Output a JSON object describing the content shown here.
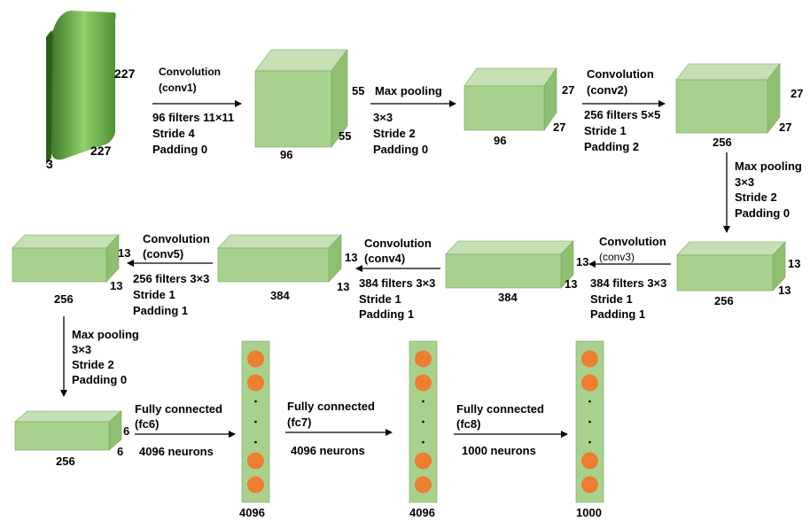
{
  "input": {
    "h": "227",
    "w": "227",
    "c": "3"
  },
  "conv1": {
    "title": "Convolution",
    "name": "(conv1)",
    "filters": "96 filters 11×11",
    "stride": "Stride 4",
    "padding": "Padding 0"
  },
  "block1": {
    "h": "55",
    "w": "55",
    "c": "96"
  },
  "pool1": {
    "title": "Max pooling",
    "size": "3×3",
    "stride": "Stride 2",
    "padding": "Padding 0"
  },
  "block2": {
    "h": "27",
    "w": "27",
    "c": "96"
  },
  "conv2": {
    "title": "Convolution",
    "name": "(conv2)",
    "filters": "256 filters 5×5",
    "stride": "Stride 1",
    "padding": "Padding 2"
  },
  "block3": {
    "h": "27",
    "w": "27",
    "c": "256"
  },
  "pool2": {
    "title": "Max pooling",
    "size": "3×3",
    "stride": "Stride 2",
    "padding": "Padding 0"
  },
  "block4": {
    "h": "13",
    "w": "13",
    "c": "256"
  },
  "conv3": {
    "title": "Convolution",
    "name": "(conv3)",
    "filters": "384 filters 3×3",
    "stride": "Stride 1",
    "padding": "Padding 1"
  },
  "block5": {
    "h": "13",
    "w": "13",
    "c": "384"
  },
  "conv4": {
    "title": "Convolution",
    "name": "(conv4)",
    "filters": "384 filters 3×3",
    "stride": "Stride 1",
    "padding": "Padding 1"
  },
  "block6": {
    "h": "13",
    "w": "13",
    "c": "384"
  },
  "conv5": {
    "title": "Convolution",
    "name": "(conv5)",
    "filters": "256 filters 3×3",
    "stride": "Stride 1",
    "padding": "Padding 1"
  },
  "block7": {
    "h": "13",
    "w": "13",
    "c": "256"
  },
  "pool3": {
    "title": "Max pooling",
    "size": "3×3",
    "stride": "Stride 2",
    "padding": "Padding 0"
  },
  "block8": {
    "h": "6",
    "w": "6",
    "c": "256"
  },
  "fc6": {
    "title": "Fully connected",
    "name": "(fc6)",
    "neurons": "4096 neurons",
    "count": "4096"
  },
  "fc7": {
    "title": "Fully connected",
    "name": "(fc7)",
    "neurons": "4096 neurons",
    "count": "4096"
  },
  "fc8": {
    "title": "Fully connected",
    "name": "(fc8)",
    "neurons": "1000 neurons",
    "count": "1000"
  },
  "colors": {
    "face_front": "#a9d18e",
    "face_top": "#c5e0b4",
    "face_side": "#8fbf70",
    "neuron": "#ed7d31",
    "neuron_column": "#a9d18e",
    "edge": "#7aa35e"
  }
}
